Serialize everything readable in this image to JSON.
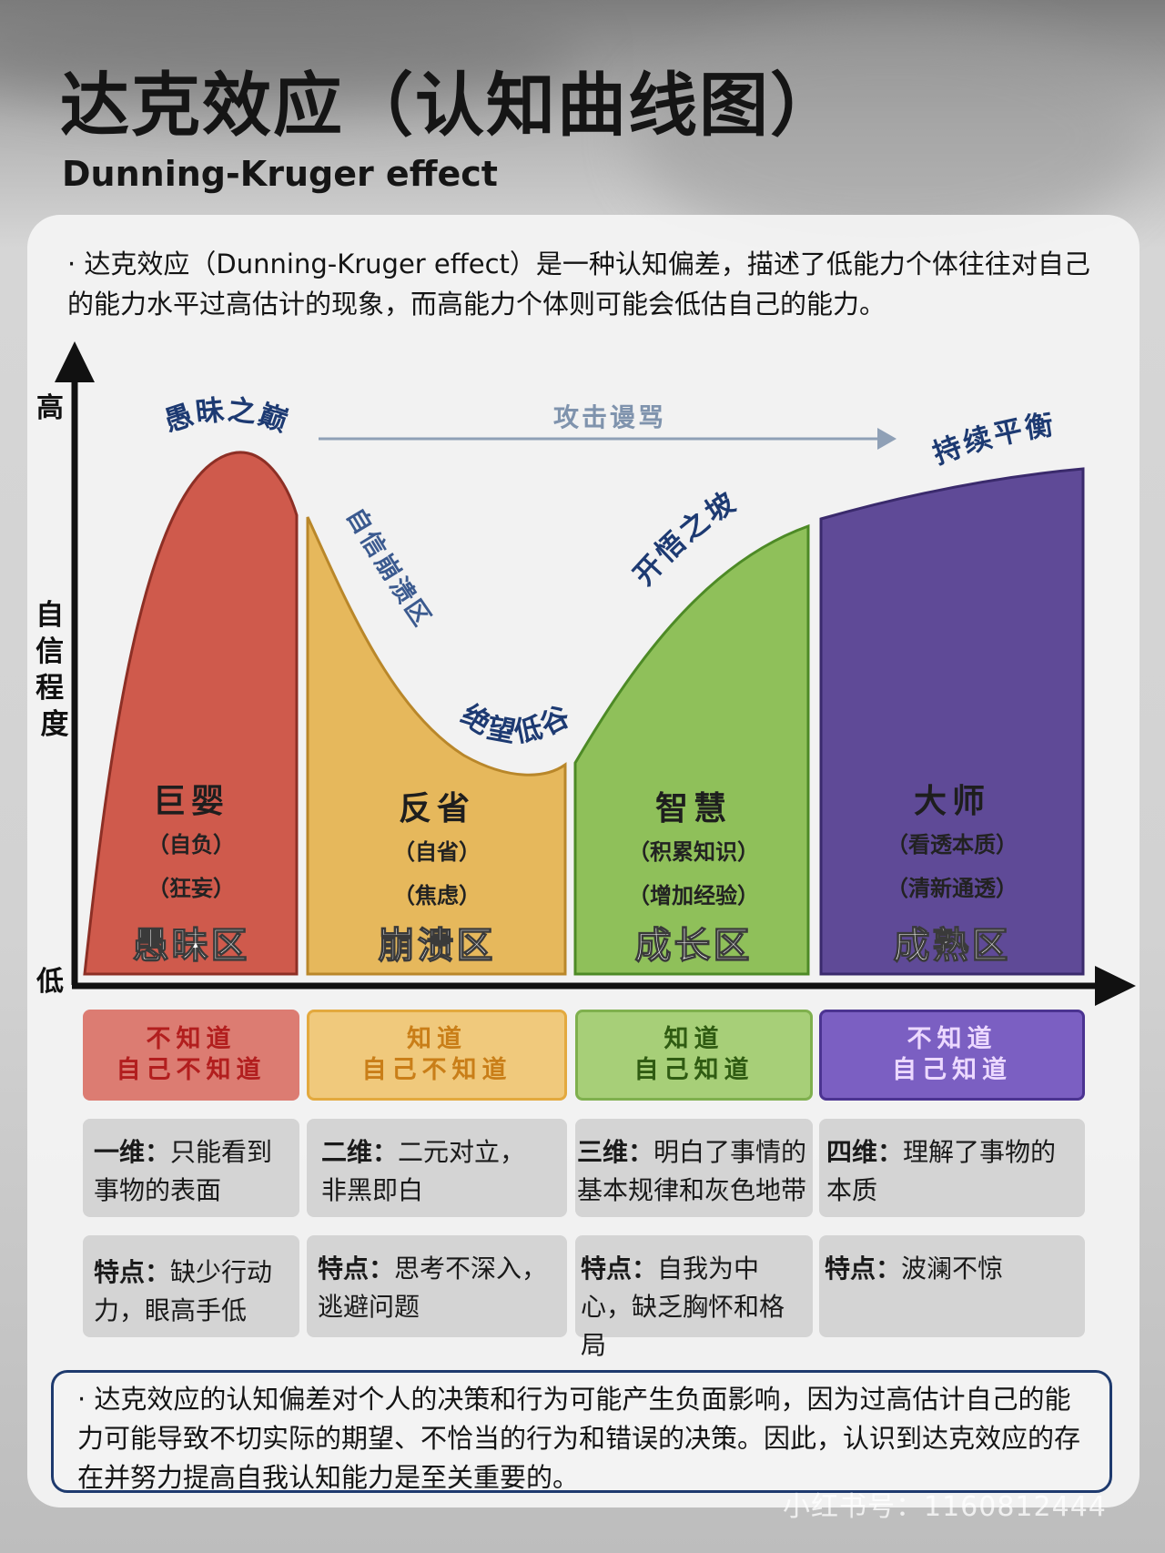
{
  "header": {
    "title": "达克效应（认知曲线图）",
    "subtitle": "Dunning-Kruger effect"
  },
  "intro": "· 达克效应（Dunning-Kruger effect）是一种认知偏差，描述了低能力个体往往对自己的能力水平过高估计的现象，而高能力个体则可能会低估自己的能力。",
  "axis": {
    "high": "高",
    "low": "低",
    "ylabel": "自信程度"
  },
  "curve_labels": {
    "peak": "愚昧之巅",
    "collapse": "自信崩溃区",
    "valley": "绝望低谷",
    "slope": "开悟之坡",
    "plateau": "持续平衡",
    "arrow": "攻击谩骂"
  },
  "zones": [
    {
      "stage": "巨婴",
      "trait1": "（自负）",
      "trait2": "（狂妄）",
      "name": "愚昧区",
      "color": "#cf5a4c",
      "tag_line1": "不知道",
      "tag_line2": "自己不知道",
      "tag_bg": "#dc7c72",
      "tag_color": "#b21e1e",
      "dimension_label": "一维：",
      "dimension_text": "只能看到事物的表面",
      "feature_label": "特点：",
      "feature_text": "缺少行动力，眼高手低"
    },
    {
      "stage": "反省",
      "trait1": "（自省）",
      "trait2": "（焦虑）",
      "name": "崩溃区",
      "color": "#e6b85c",
      "tag_line1": "知道",
      "tag_line2": "自己不知道",
      "tag_bg": "#f0c97c",
      "tag_color": "#c97e18",
      "dimension_label": "二维：",
      "dimension_text": "二元对立，非黑即白",
      "feature_label": "特点：",
      "feature_text": "思考不深入，逃避问题"
    },
    {
      "stage": "智慧",
      "trait1": "（积累知识）",
      "trait2": "（增加经验）",
      "name": "成长区",
      "color": "#8fc05a",
      "tag_line1": "知道",
      "tag_line2": "自己知道",
      "tag_bg": "#a7cf78",
      "tag_color": "#2f5b12",
      "dimension_label": "三维：",
      "dimension_text": "明白了事情的基本规律和灰色地带",
      "feature_label": "特点：",
      "feature_text": "自我为中心，缺乏胸怀和格局"
    },
    {
      "stage": "大师",
      "trait1": "（看透本质）",
      "trait2": "（清新通透）",
      "name": "成熟区",
      "color": "#5f4a97",
      "tag_line1": "不知道",
      "tag_line2": "自己知道",
      "tag_bg": "#7b5fc2",
      "tag_color": "#ecd9ff",
      "dimension_label": "四维：",
      "dimension_text": "理解了事物的本质",
      "feature_label": "特点：",
      "feature_text": "波澜不惊"
    }
  ],
  "summary": "· 达克效应的认知偏差对个人的决策和行为可能产生负面影响，因为过高估计自己的能力可能导致不切实际的期望、不恰当的行为和错误的决策。因此，认识到达克效应的存在并努力提高自我认知能力是至关重要的。",
  "watermark": "小红书号：1160812444"
}
